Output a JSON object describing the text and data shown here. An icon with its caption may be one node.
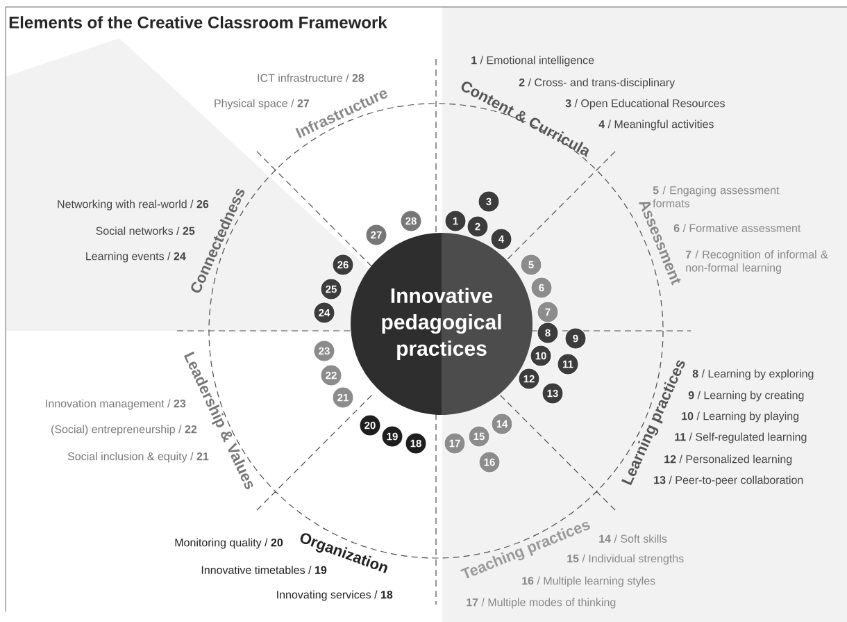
{
  "diagram": {
    "title": "Elements of the Creative Classroom Framework",
    "nodes": [
      {
        "text": [
          "Innovative pedagogical practices"
        ]
      },
      {
        "text": [
          "1"
        ]
      },
      {
        "text": [
          "2"
        ]
      },
      {
        "text": [
          "3"
        ]
      },
      {
        "text": [
          "4"
        ]
      },
      {
        "text": [
          "5"
        ]
      },
      {
        "text": [
          "6"
        ]
      },
      {
        "text": [
          "7"
        ]
      },
      {
        "text": [
          "8"
        ]
      },
      {
        "text": [
          "9"
        ]
      },
      {
        "text": [
          "10"
        ]
      },
      {
        "text": [
          "11"
        ]
      },
      {
        "text": [
          "12"
        ]
      },
      {
        "text": [
          "13"
        ]
      },
      {
        "text": [
          "14"
        ]
      },
      {
        "text": [
          "15"
        ]
      },
      {
        "text": [
          "16"
        ]
      },
      {
        "text": [
          "17"
        ]
      },
      {
        "text": [
          "18"
        ]
      },
      {
        "text": [
          "19"
        ]
      },
      {
        "text": [
          "20"
        ]
      },
      {
        "text": [
          "21"
        ]
      },
      {
        "text": [
          "22"
        ]
      },
      {
        "text": [
          "23"
        ]
      },
      {
        "text": [
          "24"
        ]
      },
      {
        "text": [
          "25"
        ]
      },
      {
        "text": [
          "26"
        ]
      },
      {
        "text": [
          "27"
        ]
      },
      {
        "text": [
          "28"
        ]
      }
    ],
    "labels": [
      "Content & Curricula",
      "Assessment",
      "Learning practices",
      "Teaching practices",
      "Organization",
      "Leadership & Values",
      "Connectedness",
      "Infrastructure",
      "**1** / Emotional intelligence",
      "**2** / Cross- and trans-disciplinary",
      "**3** / Open Educational Resources",
      "**4** / Meaningful activities",
      "**5** / Engaging assessment formats",
      "**6** / Formative assessment",
      "**7** / Recognition of informal & non-formal learning",
      "**8** / Learning by exploring",
      "**9** / Learning by creating",
      "**10** / Learning by playing",
      "**11** / Self-regulated learning",
      "**12** / Personalized learning",
      "**13** / Peer-to-peer collaboration",
      "**14** / Soft skills",
      "**15** / Individual strengths",
      "**16** / Multiple learning styles",
      "**17** / Multiple modes of thinking",
      "Innovating services / **18**",
      "Innovative timetables / **19**",
      "Monitoring quality / **20**",
      "Social inclusion & equity / **21**",
      "(Social) entrepreneurship / **22**",
      "Innovation management / **23**",
      "Learning events / **24**",
      "Social networks / **25**",
      "Networking with real-world / **26**",
      "Physical space / **27**",
      "ICT infrastructure / **28**"
    ]
  }
}
